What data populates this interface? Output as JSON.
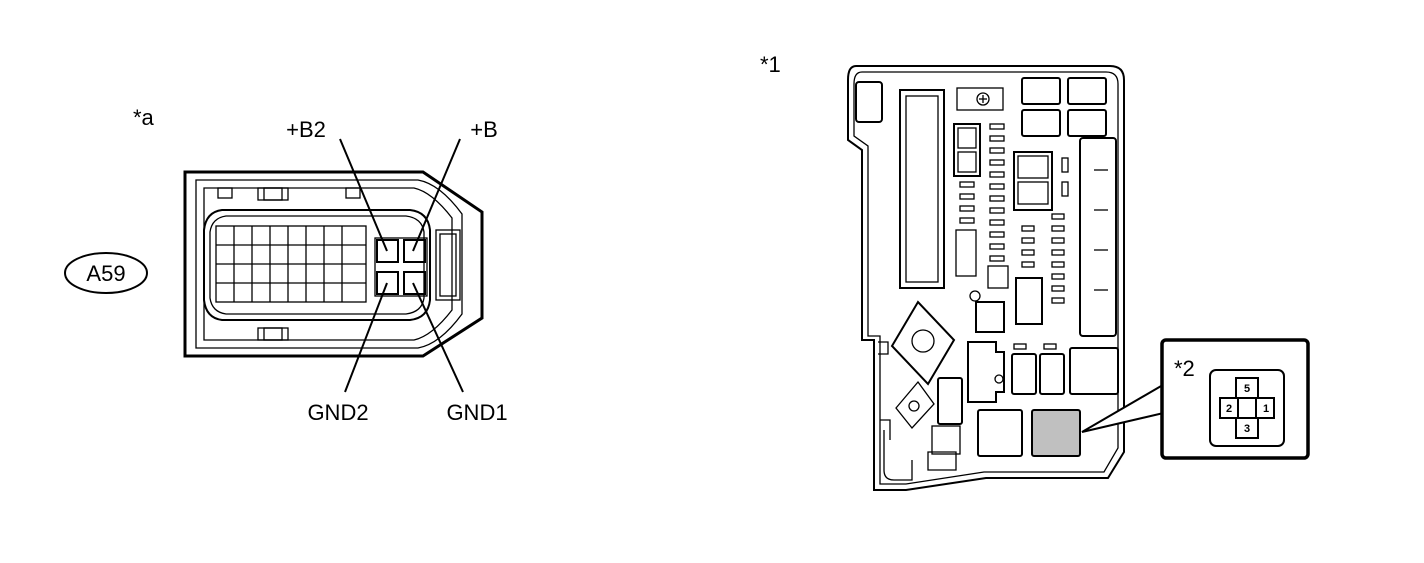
{
  "callouts": {
    "marker_a": "*a",
    "marker_1": "*1",
    "marker_2": "*2"
  },
  "connector": {
    "id": "A59",
    "terminals": {
      "top_left": "+B2",
      "top_right": "+B",
      "bottom_left": "GND2",
      "bottom_right": "GND1"
    }
  },
  "relay_socket": {
    "pins": {
      "top": "5",
      "left": "2",
      "right": "1",
      "bottom": "3"
    },
    "highlight_color": "#c0c0c0"
  }
}
